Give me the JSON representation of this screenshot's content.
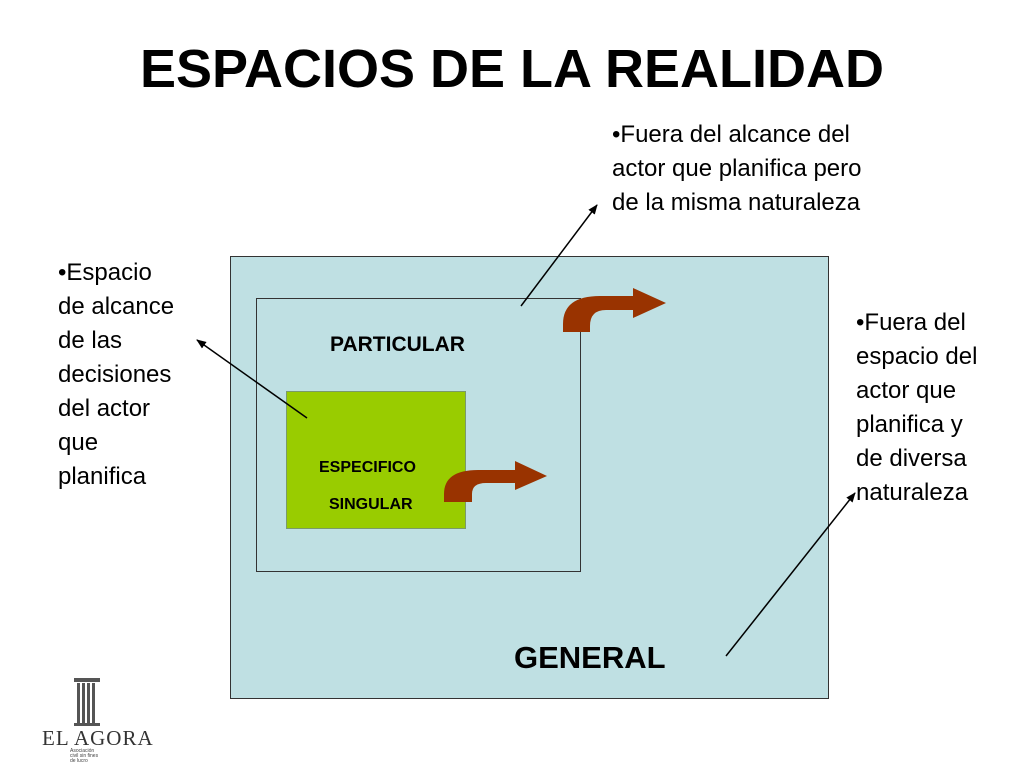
{
  "title": "ESPACIOS DE LA REALIDAD",
  "notes": {
    "left": [
      "•Espacio",
      "de alcance",
      "de las",
      "decisiones",
      "del actor",
      "que",
      "planifica"
    ],
    "top": [
      "•Fuera del alcance del",
      "actor que planifica pero",
      "de la misma naturaleza"
    ],
    "right": [
      "•Fuera del",
      "espacio del",
      "actor que",
      "planifica y",
      "de diversa",
      "naturaleza"
    ]
  },
  "boxes": {
    "particular": "PARTICULAR",
    "especifico": "ESPECIFICO",
    "singular": "SINGULAR",
    "general": "GENERAL"
  },
  "logo": {
    "name": "EL AGORA",
    "subtitle": [
      "Asociación",
      "civil sin fines",
      "de lucro"
    ]
  },
  "colors": {
    "general_fill": "#bfe0e3",
    "especifico_fill": "#99cc00",
    "curved_arrow": "#993300"
  }
}
